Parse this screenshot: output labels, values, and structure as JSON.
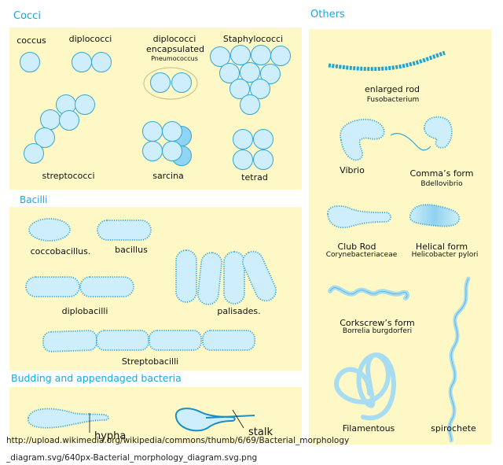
{
  "sections": {
    "cocci": "Cocci",
    "others": "Others",
    "bacilli": "Bacilli",
    "budding": "Budding and appendaged bacteria"
  },
  "cocci": {
    "coccus": "coccus",
    "diplococci": "diplococci",
    "diplococci_encapsulated": "diplococci",
    "diplococci_encapsulated_2": "encapsulated",
    "pneumococcus": "Pneumococcus",
    "staphylococci": "Staphylococci",
    "streptococci": "streptococci",
    "sarcina": "sarcina",
    "tetrad": "tetrad"
  },
  "bacilli": {
    "coccobacillus": "coccobacillus.",
    "bacillus": "bacillus",
    "diplobacilli": "diplobacilli",
    "palisades": "palisades.",
    "streptobacilli": "Streptobacilli"
  },
  "budding": {
    "hypha": "hypha",
    "stalk": "stalk"
  },
  "others": {
    "enlarged_rod": "enlarged rod",
    "fusobacterium": "Fusobacterium",
    "vibrio": "Vibrio",
    "comma_form": "Comma’s form",
    "bdellovibrio": "Bdellovibrio",
    "club_rod": "Club Rod",
    "corynebacteriaceae": "Corynebacteriaceae",
    "helical_form": "Helical form",
    "helicobacter_pylori": "Helicobacter pylori",
    "corkscrew_form": "Corkscrew’s form",
    "borrelia": "Borrelia burgdorferi",
    "filamentous": "Filamentous",
    "spirochete": "spirochete"
  },
  "source": {
    "line1": "http://upload.wikimedia.org/wikipedia/commons/thumb/6/69/Bacterial_morphology",
    "line2": "_diagram.svg/640px-Bacterial_morphology_diagram.svg.png"
  },
  "colors": {
    "panel": "#fdf8c6",
    "cell_fill": "#cdeefa",
    "cell_stroke": "#34a8d6",
    "heading": "#1aa6d9"
  }
}
